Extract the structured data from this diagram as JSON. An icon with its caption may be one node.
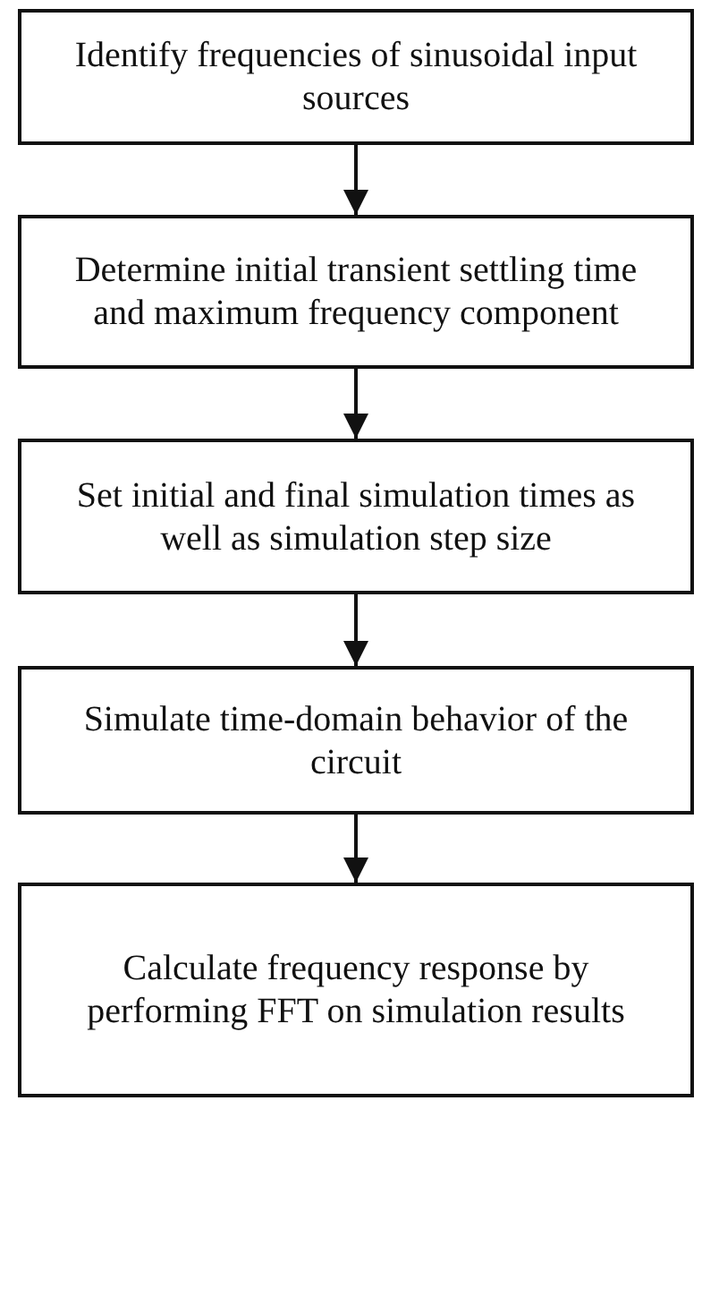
{
  "diagram": {
    "nodes": [
      {
        "text": [
          "Identify frequencies of sinusoidal input sources"
        ]
      },
      {
        "text": [
          "Determine initial transient settling time and maximum frequency component"
        ]
      },
      {
        "text": [
          "Set initial and final simulation times as well as simulation step size"
        ]
      },
      {
        "text": [
          "Simulate time-domain behavior of the circuit"
        ]
      },
      {
        "text": [
          "Calculate frequency response by performing FFT on simulation results"
        ]
      }
    ],
    "edges": [
      {
        "from": 0,
        "to": 1,
        "arrow": "to"
      },
      {
        "from": 1,
        "to": 2,
        "arrow": "to"
      },
      {
        "from": 2,
        "to": 3,
        "arrow": "to"
      },
      {
        "from": 3,
        "to": 4,
        "arrow": "to"
      }
    ]
  }
}
